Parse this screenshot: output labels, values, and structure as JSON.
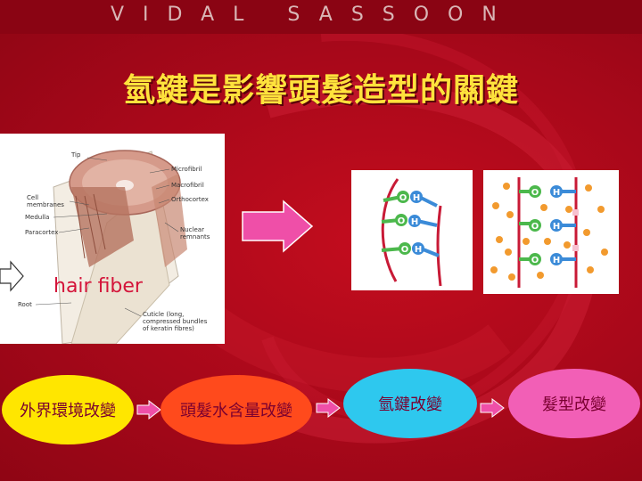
{
  "header": {
    "brand": "VIDAL SASSOON"
  },
  "slide": {
    "title": "氫鍵是影響頭髮造型的關鍵"
  },
  "diagram": {
    "caption": "hair fiber",
    "labels": {
      "tip": "Tip",
      "cell_membranes_1": "Cell",
      "cell_membranes_2": "membranes",
      "medulla": "Medulla",
      "paracortex": "Paracortex",
      "root": "Root",
      "microfibril": "Microfibril",
      "macrofibril": "Macrofibril",
      "orthocortex": "Orthocortex",
      "nuclear_1": "Nuclear",
      "nuclear_2": "remnants",
      "cuticle_1": "Cuticle (long,",
      "cuticle_2": "compressed bundles",
      "cuticle_3": "of keratin fibres)"
    },
    "atoms": {
      "o": "O",
      "h": "H"
    }
  },
  "flow": {
    "step1": "外界環境改變",
    "step2": "頭髮水含量改變",
    "step3": "氫鍵改變",
    "step4": "髮型改變"
  },
  "colors": {
    "background": "#b00a1c",
    "title": "#ffe23c",
    "step1": "#ffe600",
    "step2": "#ff4a1c",
    "step3": "#2ec8ee",
    "step4": "#f25fb6",
    "arrow": "#ef4fa8"
  }
}
